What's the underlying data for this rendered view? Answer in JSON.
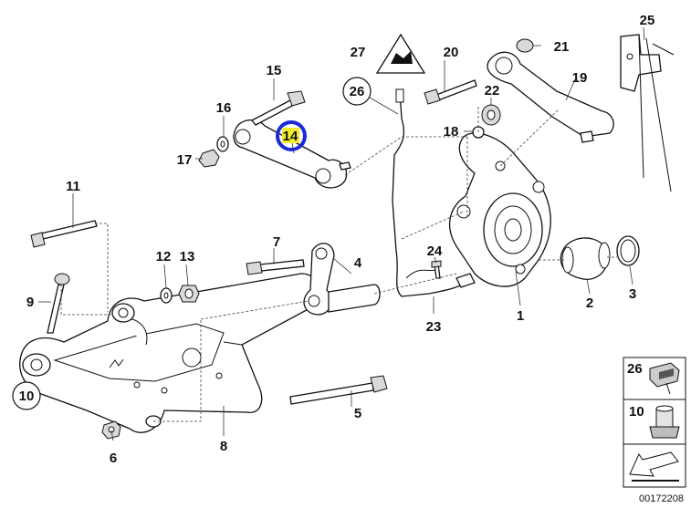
{
  "parts": {
    "p1": "1",
    "p2": "2",
    "p3": "3",
    "p4": "4",
    "p5": "5",
    "p6": "6",
    "p7": "7",
    "p8": "8",
    "p9": "9",
    "p10": "10",
    "p11": "11",
    "p12": "12",
    "p13": "13",
    "p14": "14",
    "p15": "15",
    "p16": "16",
    "p17": "17",
    "p18": "18",
    "p19": "19",
    "p20": "20",
    "p21": "21",
    "p22": "22",
    "p23": "23",
    "p24": "24",
    "p25": "25",
    "p26": "26",
    "p27": "27"
  },
  "highlight": {
    "label": "14",
    "ring_color": "#1a2bd6",
    "fill_color": "#f2ea2a"
  },
  "legend": {
    "item1": "26",
    "item2": "10"
  },
  "catalog_number": "00172208"
}
